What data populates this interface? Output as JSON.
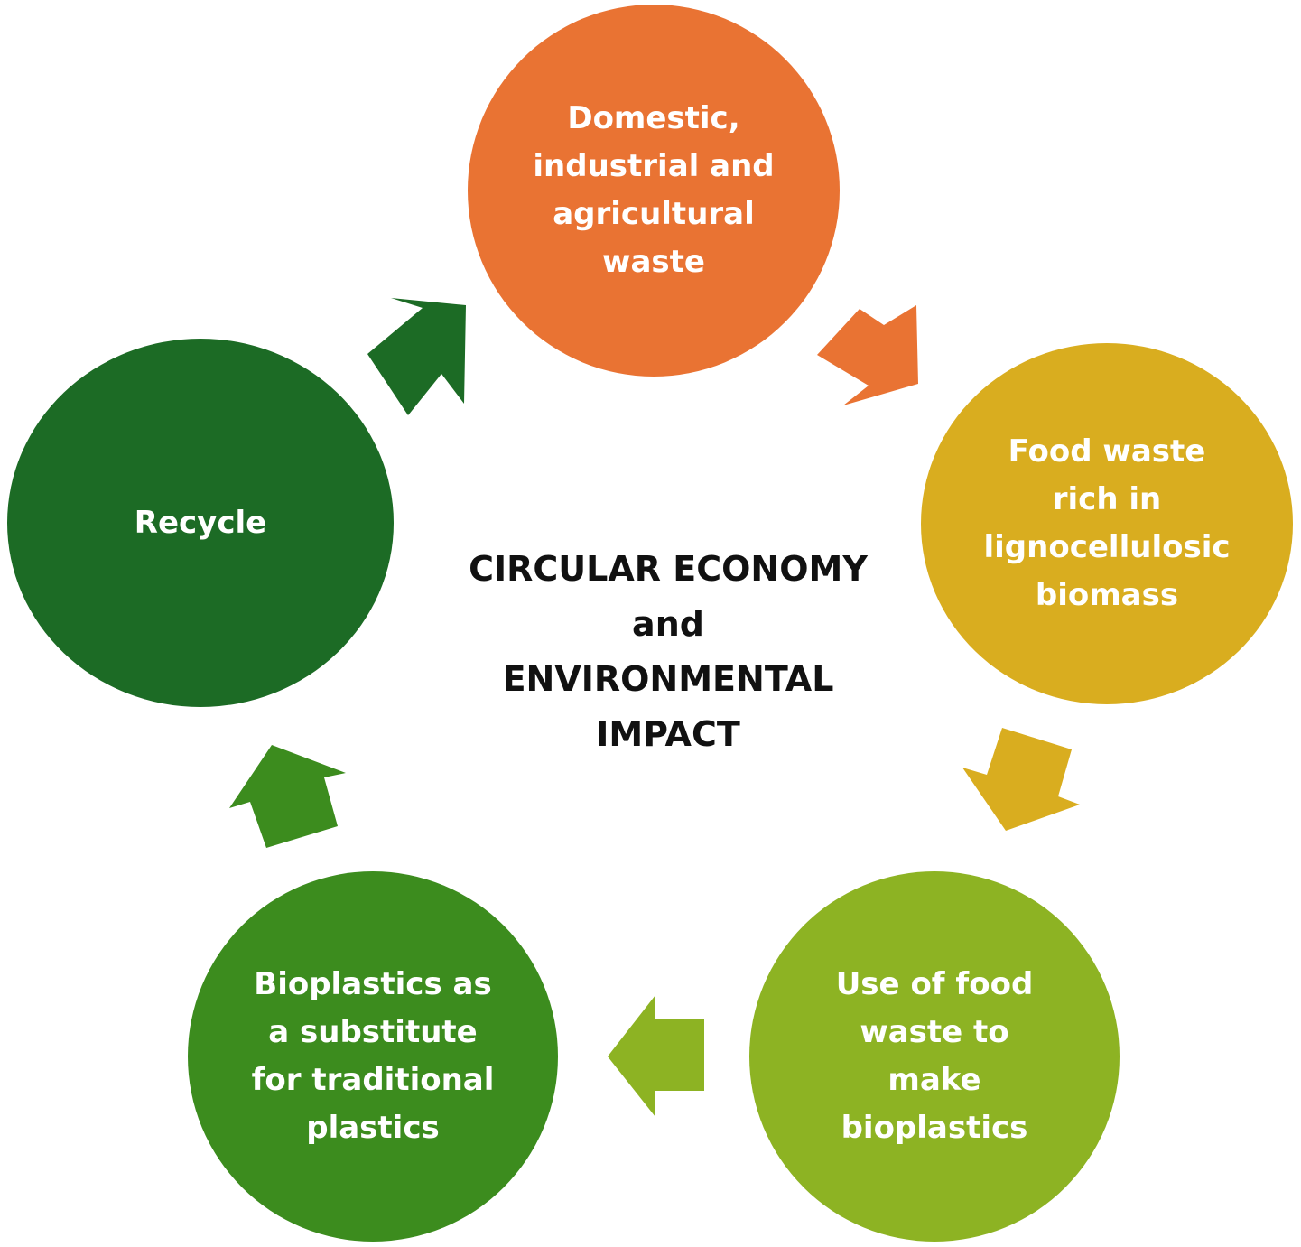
{
  "title": "CIRCULAR ECONOMY\nand\nENVIRONMENTAL\nIMPACT",
  "nodes": [
    {
      "id": "waste",
      "label": "Domestic,\nindustrial and\nagricultural\nwaste",
      "color": "#E97333"
    },
    {
      "id": "food-waste",
      "label": "Food waste\nrich in\nlignocellulosic\nbiomass",
      "color": "#D9AD1F"
    },
    {
      "id": "use-food-waste",
      "label": "Use of food\nwaste to\nmake\nbioplastics",
      "color": "#8DB323"
    },
    {
      "id": "bioplastics",
      "label": "Bioplastics as\na substitute\nfor traditional\nplastics",
      "color": "#3C8C1E"
    },
    {
      "id": "recycle",
      "label": "Recycle",
      "color": "#1C6B25"
    }
  ],
  "arrows": [
    {
      "from": "waste",
      "to": "food-waste",
      "color": "#E97333"
    },
    {
      "from": "food-waste",
      "to": "use-food-waste",
      "color": "#D9AD1F"
    },
    {
      "from": "use-food-waste",
      "to": "bioplastics",
      "color": "#8DB323"
    },
    {
      "from": "bioplastics",
      "to": "recycle",
      "color": "#3C8C1E"
    },
    {
      "from": "recycle",
      "to": "waste",
      "color": "#1C6B25"
    }
  ]
}
